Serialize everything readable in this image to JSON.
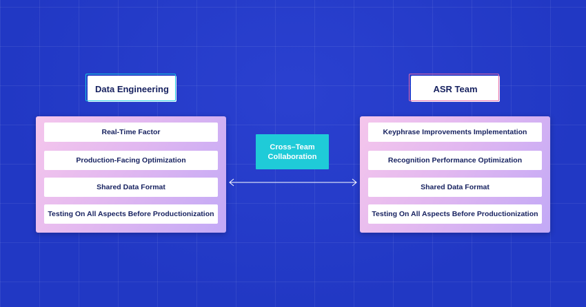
{
  "left_team": {
    "title": "Data Engineering",
    "items": [
      "Real-Time Factor",
      "Production-Facing Optimization",
      "Shared Data Format",
      "Testing On All Aspects Before Productionization"
    ]
  },
  "right_team": {
    "title": "ASR Team",
    "items": [
      "Keyphrase Improvements Implementation",
      "Recognition Performance Optimization",
      "Shared Data Format",
      "Testing On All Aspects Before Productionization"
    ]
  },
  "collaboration": {
    "line1": "Cross–Team",
    "line2": "Collaboration"
  },
  "colors": {
    "background": "#2138c4",
    "collab_box": "#1fcbd8",
    "left_title_outline": "#19c8e0",
    "right_title_outline": "#e56aa8",
    "text_dark": "#16215f"
  },
  "icons": {
    "connector": "double-headed-arrow-icon"
  }
}
